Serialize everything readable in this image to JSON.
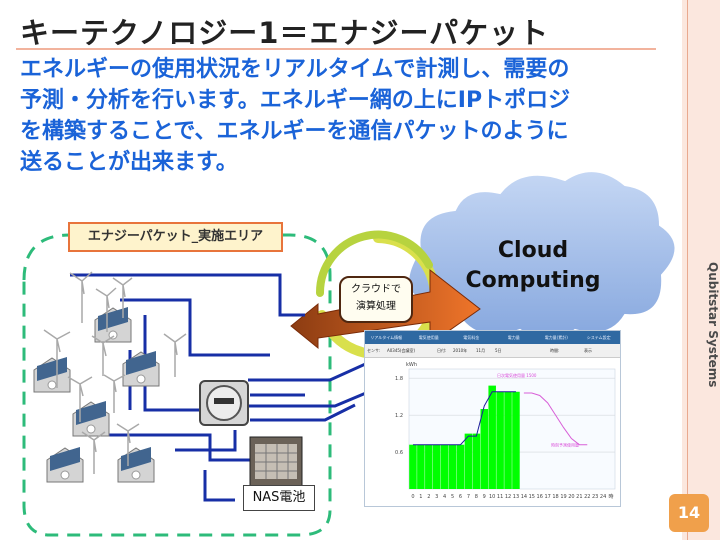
{
  "slide": {
    "title": "キーテクノロジー1＝エナジーパケット",
    "body_lines": [
      "エネルギーの使用状況をリアルタイムで計測し、需要の",
      "予測・分析を行います。エネルギー網の上にIPトポロジ",
      "を構築することで、エネルギーを通信パケットのように",
      "送ることが出来ます。"
    ],
    "vertical_label": "Qubitstar Systems",
    "page_number": "14",
    "colors": {
      "title_text": "#222222",
      "body_text": "#1a63d8",
      "accent_border": "#e8743b",
      "dash_area": "#2dbb7a",
      "cloud_blue": "#9cb7e6",
      "page_badge": "#f0a04b"
    }
  },
  "diagram": {
    "area_label": "エナジーパケット_実施エリア",
    "cloud_lines": [
      "Cloud",
      "Computing"
    ],
    "bubble_lines": [
      "クラウドで",
      "演算処理"
    ],
    "nas_label": "NAS電池",
    "icons": {
      "house": "house-with-solar-panel-icon",
      "wind": "wind-turbine-icon",
      "meter": "smart-meter-icon",
      "battery": "nas-battery-icon",
      "arrow": "data-arrow-icon"
    }
  },
  "screen": {
    "nav_tabs": [
      "リアルタイム情報",
      "電気使用量",
      "電気料金",
      "電力量",
      "電力量(累計)",
      "システム設定"
    ],
    "filter_labels": [
      "センサ:",
      "A0345(会議室)",
      "日付:",
      "2010年",
      "11月",
      "5日",
      "時間:",
      "表示"
    ]
  },
  "chart_data": {
    "type": "bar",
    "ylabel": "kWh",
    "yticks": [
      0.6,
      1.2,
      1.8
    ],
    "categories": [
      "0",
      "1",
      "2",
      "3",
      "4",
      "5",
      "6",
      "7",
      "8",
      "9",
      "10",
      "11",
      "12",
      "13",
      "14",
      "15",
      "16",
      "17",
      "18",
      "19",
      "20",
      "21",
      "22",
      "23",
      "24",
      "時"
    ],
    "values": [
      0.72,
      0.72,
      0.72,
      0.72,
      0.72,
      0.72,
      0.72,
      0.9,
      0.9,
      1.3,
      1.68,
      1.58,
      1.58,
      1.58
    ],
    "actual_line": [
      0.72,
      0.72,
      0.72,
      0.72,
      0.72,
      0.72,
      0.72,
      0.86,
      0.86,
      1.35,
      1.58,
      1.58,
      1.58,
      1.58
    ],
    "forecast_line_hours": [
      14,
      15,
      16,
      17,
      18,
      19,
      20,
      21,
      22
    ],
    "forecast_line_values": [
      1.56,
      1.56,
      1.52,
      1.4,
      1.2,
      1.0,
      0.82,
      0.72,
      0.72
    ],
    "legend_actual": "日次電気使用量 1500",
    "legend_forecast": "時刻予測使用量",
    "ylim": [
      0,
      1.95
    ],
    "colors": {
      "bar": "#00ff00",
      "actual": "#1d1d9b",
      "forecast": "#d85fd8"
    }
  }
}
